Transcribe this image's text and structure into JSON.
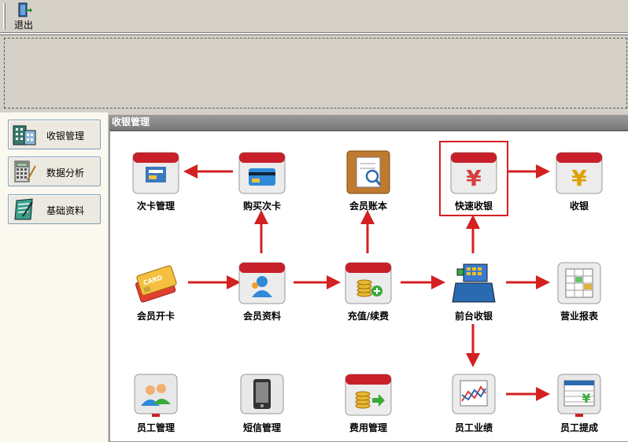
{
  "toolbar": {
    "exit_label": "退出"
  },
  "sidebar": {
    "items": [
      {
        "label": "收银管理",
        "icon": "building-icon"
      },
      {
        "label": "数据分析",
        "icon": "calculator-icon"
      },
      {
        "label": "基础资料",
        "icon": "notebook-icon"
      }
    ]
  },
  "main": {
    "title": "收银管理",
    "tiles": {
      "card_manage": "次卡管理",
      "buy_card": "购买次卡",
      "member_ledger": "会员账本",
      "quick_checkout": "快速收银",
      "checkout": "收银",
      "member_open_card": "会员开卡",
      "member_profile": "会员资料",
      "recharge": "充值/续费",
      "front_desk_checkout": "前台收银",
      "business_report": "营业报表",
      "staff_manage": "员工管理",
      "sms_manage": "短信管理",
      "expense_manage": "费用管理",
      "staff_performance": "员工业绩",
      "staff_commission": "员工提成"
    },
    "currency_symbol": "¥",
    "card_text": "CARD"
  },
  "colors": {
    "accent_red": "#d42020",
    "title_bar": "#8a8a8a",
    "tile_red": "#c8202a"
  }
}
